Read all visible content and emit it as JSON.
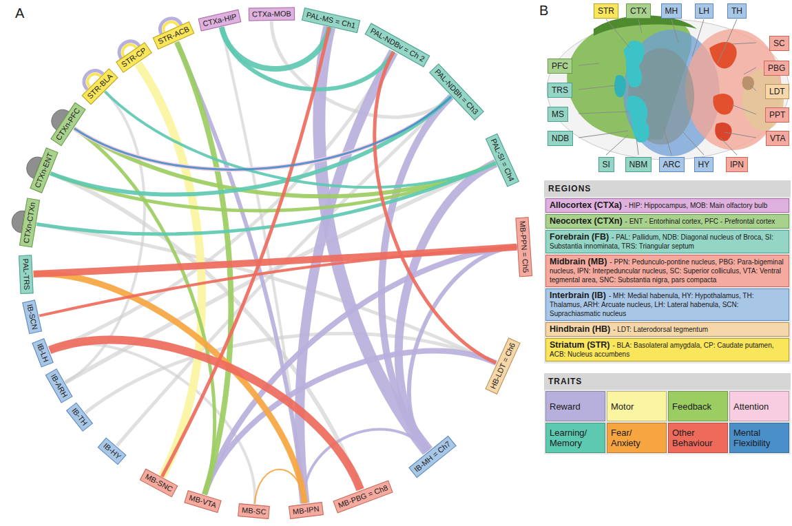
{
  "diagram": {
    "nodes": [
      {
        "text": [
          "CTXa-HIP"
        ]
      },
      {
        "text": [
          "CTXa-MOB"
        ]
      },
      {
        "text": [
          "PAL-MS = Ch1"
        ]
      },
      {
        "text": [
          "PAL-NDBv = Ch 2"
        ]
      },
      {
        "text": [
          "PAL-NDBh = Ch3"
        ]
      },
      {
        "text": [
          "PAL-SI = Ch4"
        ]
      },
      {
        "text": [
          "MB-PPN = Ch5"
        ]
      },
      {
        "text": [
          "HB-LDT = Ch6"
        ]
      },
      {
        "text": [
          "IB-MH = Ch7"
        ]
      },
      {
        "text": [
          "MB-PBG = Ch8"
        ]
      },
      {
        "text": [
          "MB-IPN"
        ]
      },
      {
        "text": [
          "MB-SC"
        ]
      },
      {
        "text": [
          "MB-VTA"
        ]
      },
      {
        "text": [
          "MB-SNC"
        ]
      },
      {
        "text": [
          "IB-HY"
        ]
      },
      {
        "text": [
          "IB-TH"
        ]
      },
      {
        "text": [
          "IB-ARH"
        ]
      },
      {
        "text": [
          "IB-LH"
        ]
      },
      {
        "text": [
          "IB-SCN"
        ]
      },
      {
        "text": [
          "PAL-TRS"
        ]
      },
      {
        "text": [
          "CTXn-CTXn"
        ]
      },
      {
        "text": [
          "CTXn-ENT"
        ]
      },
      {
        "text": [
          "CTXn-PFC"
        ]
      },
      {
        "text": [
          "STR-BLA"
        ]
      },
      {
        "text": [
          "STR-CP"
        ]
      },
      {
        "text": [
          "STR-ACB"
        ]
      },
      {
        "text": [
          "STR"
        ]
      },
      {
        "text": [
          "CTX"
        ]
      },
      {
        "text": [
          "MH"
        ]
      },
      {
        "text": [
          "LH"
        ]
      },
      {
        "text": [
          "TH"
        ]
      },
      {
        "text": [
          "SC"
        ]
      },
      {
        "text": [
          "PBG"
        ]
      },
      {
        "text": [
          "LDT"
        ]
      },
      {
        "text": [
          "PPT"
        ]
      },
      {
        "text": [
          "VTA"
        ]
      },
      {
        "text": [
          "IPN"
        ]
      },
      {
        "text": [
          "HY"
        ]
      },
      {
        "text": [
          "ARC"
        ]
      },
      {
        "text": [
          "NBM"
        ]
      },
      {
        "text": [
          "SI"
        ]
      },
      {
        "text": [
          "NDB"
        ]
      },
      {
        "text": [
          "MS"
        ]
      },
      {
        "text": [
          "TRS"
        ]
      },
      {
        "text": [
          "PFC"
        ]
      },
      {
        "text": [
          "REGIONS"
        ]
      },
      {
        "text": [
          "Allocortex (CTXa)",
          "- HIP: Hippocampus, MOB: Main olfactory bulb"
        ],
        "in": 45
      },
      {
        "text": [
          "Neocortex (CTXn)",
          "- ENT - Entorhinal cortex, PFC - Prefrontal cortex"
        ],
        "in": 45
      },
      {
        "text": [
          "Forebrain (FB)",
          "- PAL: Pallidum, NDB: Diagonal nucleus of Broca, SI: Substantia innominata, TRS: Triangular septum"
        ],
        "in": 45
      },
      {
        "text": [
          "Midbrain (MB)",
          "- PPN: Pedunculo-pontine nucleus, PBG: Para-bigeminal nucleus, IPN: Interpeduncular nucleus, SC: Superior colliculus, VTA: Ventral tegmental area, SNC: Substantia nigra, pars compacta"
        ],
        "in": 45
      },
      {
        "text": [
          "Interbrain (IB)",
          "- MH: Medial habenula, HY: Hypothalamus, TH: Thalamus, ARH: Arcuate nucleus, LH: Lateral habenula, SCN: Suprachiasmatic nucleus"
        ],
        "in": 45
      },
      {
        "text": [
          "Hindbrain (HB)",
          "- LDT: Laterodorsal tegmentum"
        ],
        "in": 45
      },
      {
        "text": [
          "Striatum (STR)",
          "- BLA: Basolateral amygdala, CP: Caudate putamen, ACB: Nucleus accumbens"
        ],
        "in": 45
      }
    ],
    "edges": [
      {
        "from": 2,
        "to": 8,
        "arrow": "none"
      },
      {
        "from": 3,
        "to": 10,
        "arrow": "none"
      },
      {
        "from": 4,
        "to": 8,
        "arrow": "none"
      },
      {
        "from": 5,
        "to": 8,
        "arrow": "none"
      },
      {
        "from": 6,
        "to": 12,
        "arrow": "none"
      },
      {
        "from": 7,
        "to": 12,
        "arrow": "none"
      },
      {
        "from": 8,
        "to": 10,
        "arrow": "none"
      },
      {
        "from": 10,
        "to": 25,
        "arrow": "none"
      },
      {
        "from": 6,
        "to": 8,
        "arrow": "none"
      },
      {
        "from": 13,
        "to": 24,
        "arrow": "none"
      },
      {
        "from": 25,
        "to": 12,
        "arrow": "none"
      },
      {
        "from": 22,
        "to": 5,
        "arrow": "none"
      },
      {
        "from": 21,
        "to": 5,
        "arrow": "none"
      },
      {
        "from": 22,
        "to": 12,
        "arrow": "none"
      },
      {
        "from": 4,
        "to": 22,
        "arrow": "none"
      },
      {
        "from": 2,
        "to": 0,
        "arrow": "none"
      },
      {
        "from": 3,
        "to": 0,
        "arrow": "none"
      },
      {
        "from": 4,
        "to": 21,
        "arrow": "none"
      },
      {
        "from": 5,
        "to": 20,
        "arrow": "none"
      },
      {
        "from": 5,
        "to": 23,
        "arrow": "none"
      },
      {
        "from": 19,
        "to": 10,
        "arrow": "none"
      },
      {
        "from": 11,
        "to": 10,
        "arrow": "none"
      },
      {
        "from": 6,
        "to": 19,
        "arrow": "none"
      },
      {
        "from": 9,
        "to": 17,
        "arrow": "none"
      },
      {
        "from": 2,
        "to": 13,
        "arrow": "none"
      },
      {
        "from": 7,
        "to": 3,
        "arrow": "none"
      },
      {
        "from": 6,
        "to": 18,
        "arrow": "none"
      },
      {
        "from": 22,
        "to": 4,
        "arrow": "none"
      },
      {
        "from": 16,
        "to": 5,
        "arrow": "none"
      },
      {
        "from": 14,
        "to": 4,
        "arrow": "none"
      },
      {
        "from": 15,
        "to": 7,
        "arrow": "none"
      },
      {
        "from": 21,
        "to": 9,
        "arrow": "none"
      },
      {
        "from": 20,
        "to": 7,
        "arrow": "none"
      },
      {
        "from": 0,
        "to": 10,
        "arrow": "none"
      },
      {
        "from": 1,
        "to": 4,
        "arrow": "none"
      },
      {
        "from": 11,
        "to": 17,
        "arrow": "none"
      },
      {
        "from": 17,
        "to": 3,
        "arrow": "none"
      },
      {
        "from": 23,
        "to": 16,
        "arrow": "none"
      }
    ],
    "labels": [
      "A",
      "B",
      "TRAITS"
    ],
    "legend": [
      {
        "text": "Reward",
        "color": "#b8b0dc"
      },
      {
        "text": "Motor",
        "color": "#fbf4a0"
      },
      {
        "text": "Feedback",
        "color": "#9ccd62"
      },
      {
        "text": "Attention",
        "color": "#f8cde0"
      },
      {
        "text": "Learning/ Memory",
        "color": "#5ec9b1"
      },
      {
        "text": "Fear/ Anxiety",
        "color": "#f6a541"
      },
      {
        "text": "Other Behaviour",
        "color": "#ee6b5c"
      },
      {
        "text": "Mental Flexibility",
        "color": "#4b8fc9"
      }
    ]
  }
}
